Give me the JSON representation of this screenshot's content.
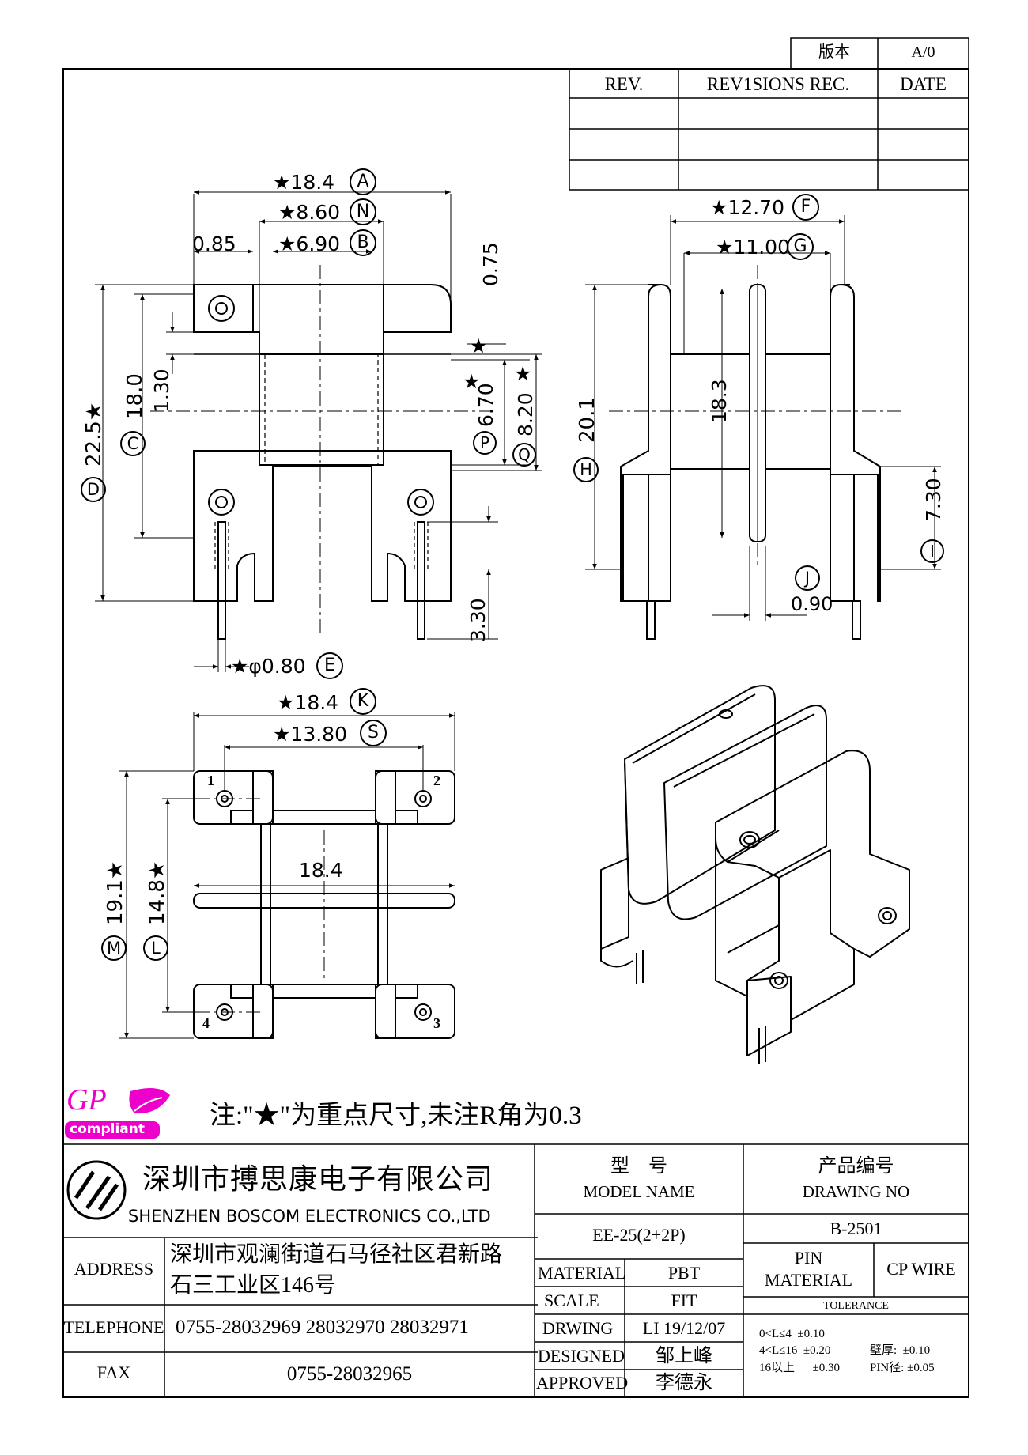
{
  "version_box": {
    "label": "版本",
    "value": "A/0"
  },
  "revision_table": {
    "headers": [
      "REV.",
      "REV1SIONS REC.",
      "DATE"
    ],
    "rows": [
      [
        "",
        "",
        ""
      ],
      [
        "",
        "",
        ""
      ],
      [
        "",
        "",
        ""
      ]
    ]
  },
  "front_view": {
    "dims": {
      "A": "★18.4",
      "N": "★8.60",
      "B": "★6.90",
      "left_offset": "0.85",
      "top_075": "0.75",
      "star_075": "★",
      "dim_130": "1.30",
      "D": "22.5★",
      "C": "18.0",
      "P": "6.70",
      "P_star": "★",
      "Q": "8.20",
      "Q_star": "★",
      "pin_len": "3.30",
      "E": "★φ0.80"
    },
    "circles": [
      "A",
      "N",
      "B",
      "D",
      "C",
      "P",
      "Q",
      "E"
    ]
  },
  "side_view": {
    "dims": {
      "F": "★12.70",
      "G": "★11.00",
      "H": "20.1",
      "inner": "18.3",
      "I": "7.30",
      "J_val": "0.90"
    },
    "circles": [
      "F",
      "G",
      "H",
      "I",
      "J"
    ]
  },
  "bottom_view": {
    "dims": {
      "K": "★18.4",
      "S": "★13.80",
      "width": "18.4",
      "M": "19.1★",
      "L": "14.8★"
    },
    "circles": [
      "K",
      "S",
      "M",
      "L"
    ],
    "pins": [
      "1",
      "2",
      "3",
      "4"
    ]
  },
  "note": {
    "badge_logo": "GP",
    "badge_text": "compliant",
    "text": "注:\"★\"为重点尺寸,未注R角为0.3"
  },
  "company": {
    "name_cn": "深圳市搏思康电子有限公司",
    "name_en": "SHENZHEN BOSCOM ELECTRONICS CO.,LTD",
    "address_label": "ADDRESS",
    "address_line1": "深圳市观澜街道石马径社区君新路",
    "address_line2": "石三工业区146号",
    "telephone_label": "TELEPHONE",
    "telephone": "0755-28032969 28032970 28032971",
    "fax_label": "FAX",
    "fax": "0755-28032965"
  },
  "title_block": {
    "model_label_cn": "型    号",
    "model_label_en": "MODEL NAME",
    "model_value": "EE-25(2+2P)",
    "drawing_label_cn": "产品编号",
    "drawing_label_en": "DRAWING NO",
    "drawing_value": "B-2501",
    "material_label": "MATERIAL",
    "material_value": "PBT",
    "scale_label": "SCALE",
    "scale_value": "FIT",
    "drawing_by_label": "DRWING",
    "drawing_by_value": "LI 19/12/07",
    "designed_label": "DESIGNED",
    "designed_value": "邹上峰",
    "approved_label": "APPROVED",
    "approved_value": "李德永",
    "pin_material_label": "PIN\nMATERIAL",
    "pin_material_label_1": "PIN",
    "pin_material_label_2": "MATERIAL",
    "pin_material_value": "CP WIRE",
    "tolerance_label": "TOLERANCE",
    "tol_line1": "0<L≤4  ±0.10",
    "tol_line2": "4<L≤16  ±0.20",
    "tol_line2b": "壁厚:  ±0.10",
    "tol_line3": "16以上      ±0.30",
    "tol_line3b": "PIN径: ±0.05"
  }
}
